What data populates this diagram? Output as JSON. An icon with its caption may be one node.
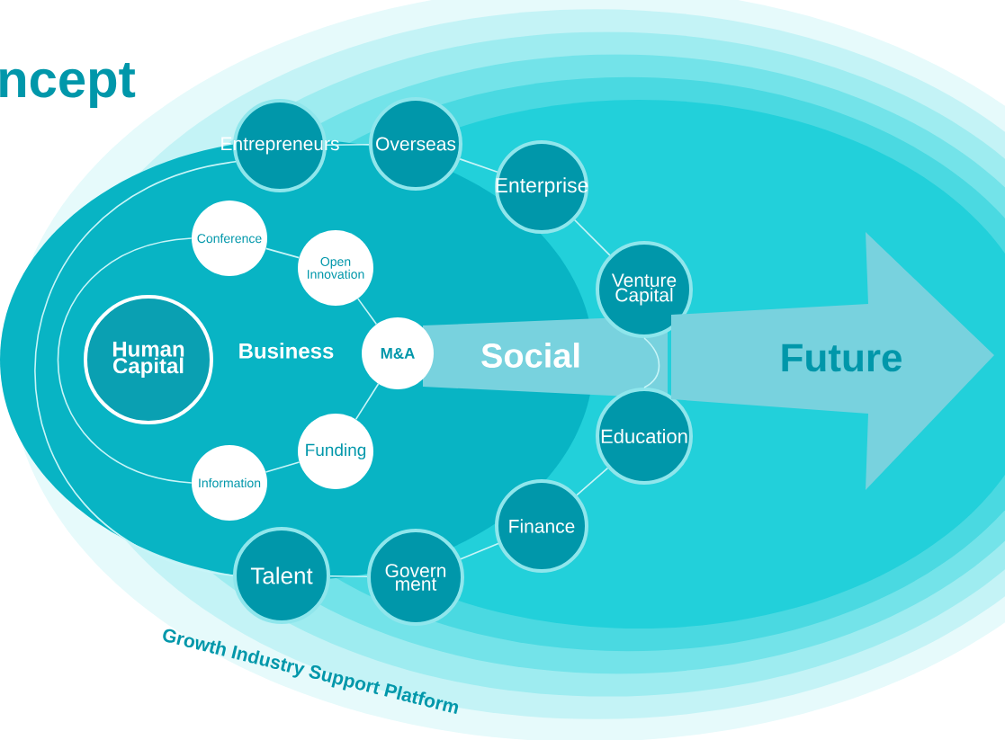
{
  "diagram": {
    "title": "ncept",
    "nodes": [
      {
        "text": [
          "Human Capital"
        ]
      },
      {
        "text": [
          "Entrepreneurs"
        ]
      },
      {
        "text": [
          "Overseas"
        ]
      },
      {
        "text": [
          "Enterprise"
        ]
      },
      {
        "text": [
          "Venture Capital"
        ]
      },
      {
        "text": [
          "Education"
        ]
      },
      {
        "text": [
          "Finance"
        ]
      },
      {
        "text": [
          "Govern ment"
        ]
      },
      {
        "text": [
          "Talent"
        ]
      },
      {
        "text": [
          "Conference"
        ]
      },
      {
        "text": [
          "Open Innovation"
        ]
      },
      {
        "text": [
          "M&A"
        ]
      },
      {
        "text": [
          "Funding"
        ]
      },
      {
        "text": [
          "Information"
        ]
      },
      {
        "text": [
          "Future"
        ]
      }
    ],
    "edges": [
      {
        "from": 1,
        "to": 2,
        "arrow": "none"
      },
      {
        "from": 2,
        "to": 3,
        "arrow": "none"
      },
      {
        "from": 3,
        "to": 4,
        "arrow": "none"
      },
      {
        "from": 4,
        "to": 5,
        "arrow": "none"
      },
      {
        "from": 5,
        "to": 6,
        "arrow": "none"
      },
      {
        "from": 6,
        "to": 7,
        "arrow": "none"
      },
      {
        "from": 7,
        "to": 8,
        "arrow": "none"
      },
      {
        "from": 1,
        "to": 8,
        "arrow": "none"
      },
      {
        "from": 9,
        "to": 10,
        "arrow": "none"
      },
      {
        "from": 10,
        "to": 11,
        "arrow": "none"
      },
      {
        "from": 11,
        "to": 12,
        "arrow": "none"
      },
      {
        "from": 12,
        "to": 13,
        "arrow": "none"
      },
      {
        "from": 9,
        "to": 13,
        "arrow": "none"
      }
    ],
    "labels": [
      "Business",
      "Social",
      "Growth Industry Support Platform"
    ]
  }
}
